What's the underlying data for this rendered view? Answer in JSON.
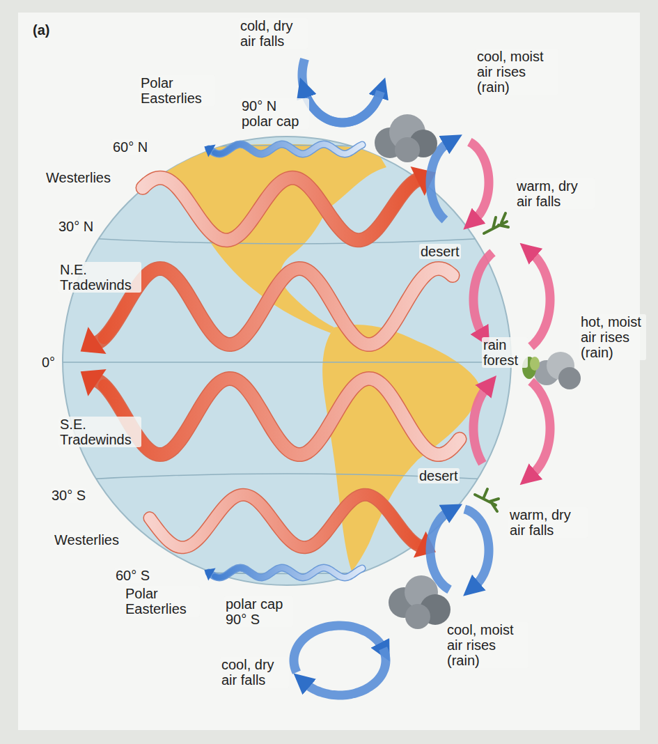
{
  "diagram": {
    "labels": [
      "(a)",
      "cold, dry air falls",
      "Polar Easterlies",
      "90° N polar cap",
      "60° N",
      "Westerlies",
      "30° N",
      "cool, moist air rises (rain)",
      "warm, dry air falls",
      "desert",
      "N.E. Tradewinds",
      "0°",
      "rain forest",
      "hot, moist air rises (rain)",
      "S.E. Tradewinds",
      "desert",
      "30° S",
      "warm, dry air falls",
      "Westerlies",
      "60° S",
      "Polar Easterlies",
      "polar cap 90° S",
      "cool, moist air rises (rain)",
      "cool, dry air falls"
    ]
  }
}
